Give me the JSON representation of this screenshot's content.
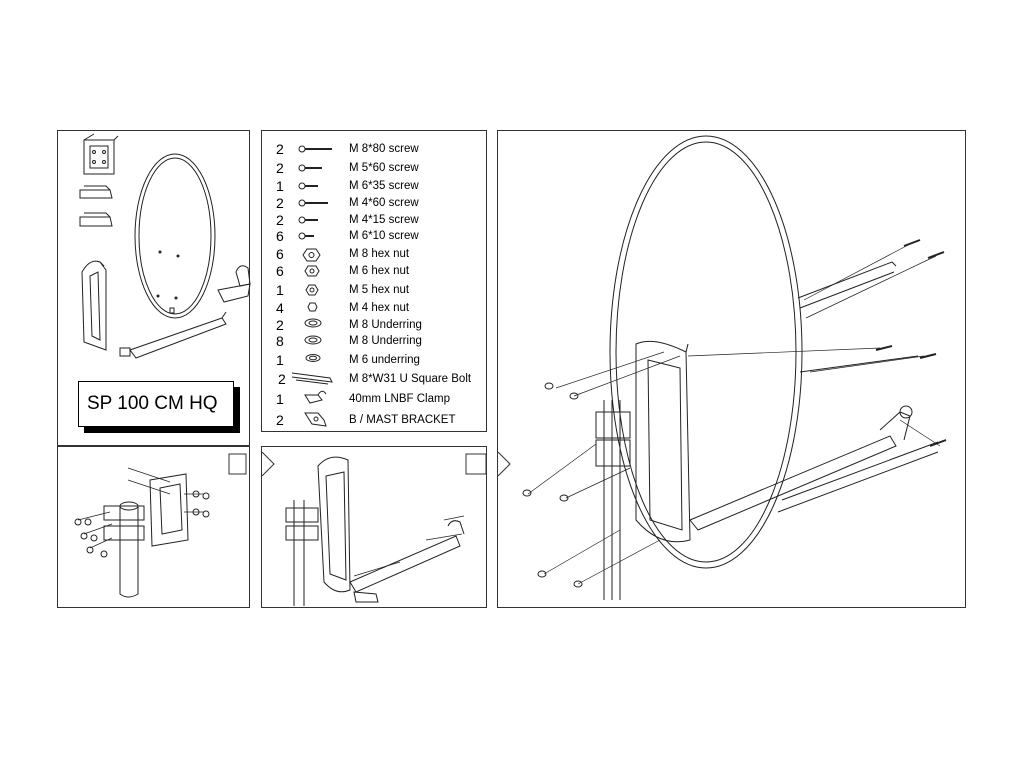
{
  "model": {
    "label": "SP 100 CM HQ"
  },
  "parts": [
    {
      "qty": "2",
      "name": "M 8*80 screw",
      "icon": "long-screw-icon"
    },
    {
      "qty": "2",
      "name": "M 5*60 screw",
      "icon": "screw-icon"
    },
    {
      "qty": "1",
      "name": "M 6*35 screw",
      "icon": "screw-icon"
    },
    {
      "qty": "2",
      "name": "M 4*60 screw",
      "icon": "screw-icon"
    },
    {
      "qty": "2",
      "name": "M 4*15 screw",
      "icon": "short-screw-icon"
    },
    {
      "qty": "6",
      "name": "M 6*10 screw",
      "icon": "short-screw-icon"
    },
    {
      "qty": "6",
      "name": "M 8 hex nut",
      "icon": "hex-nut-icon"
    },
    {
      "qty": "6",
      "name": "M 6 hex nut",
      "icon": "hex-nut-icon"
    },
    {
      "qty": "1",
      "name": "M 5 hex nut",
      "icon": "hex-nut-icon"
    },
    {
      "qty": "4",
      "name": "M 4 hex nut",
      "icon": "hex-nut-icon"
    },
    {
      "qty": "2",
      "name": "M 8 Underring",
      "icon": "washer-icon"
    },
    {
      "qty": "8",
      "name": "M 8 Underring",
      "icon": "washer-icon"
    },
    {
      "qty": "1",
      "name": "M 6 underring",
      "icon": "washer-icon"
    },
    {
      "qty": "2",
      "name": "M 8*W31 U Square Bolt",
      "icon": "u-bolt-icon"
    },
    {
      "qty": "1",
      "name": "40mm LNBF Clamp",
      "icon": "clamp-icon"
    },
    {
      "qty": "2",
      "name": "B / MAST BRACKET",
      "icon": "mast-bracket-icon"
    }
  ]
}
